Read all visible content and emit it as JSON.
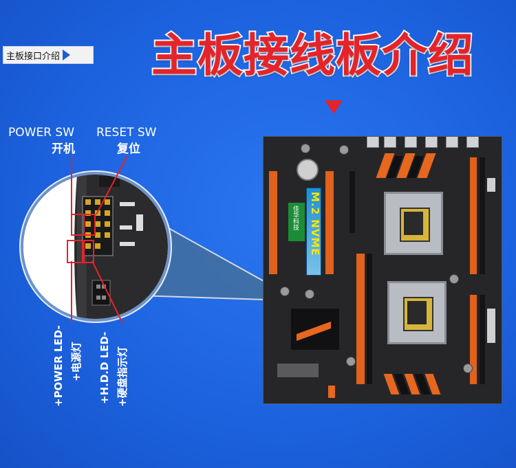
{
  "nav_badge": {
    "label": "主板接口介绍"
  },
  "title": "主板接线板介绍",
  "labels": {
    "power_sw_en": "POWER SW",
    "power_sw_cn": "开机",
    "reset_sw_en": "RESET SW",
    "reset_sw_cn": "复位",
    "power_led_en": "+POWER LED-",
    "power_led_cn": "+电源灯",
    "hdd_led_en": "+H.D.D LED-",
    "hdd_led_cn": "+硬盘指示灯"
  },
  "board": {
    "m2_label": "M.2 NVME",
    "green_label": "佳华科技"
  },
  "colors": {
    "background": "#1d63e0",
    "title_red": "#e4232a",
    "slot_orange": "#e0621c",
    "pcb": "#262629"
  }
}
